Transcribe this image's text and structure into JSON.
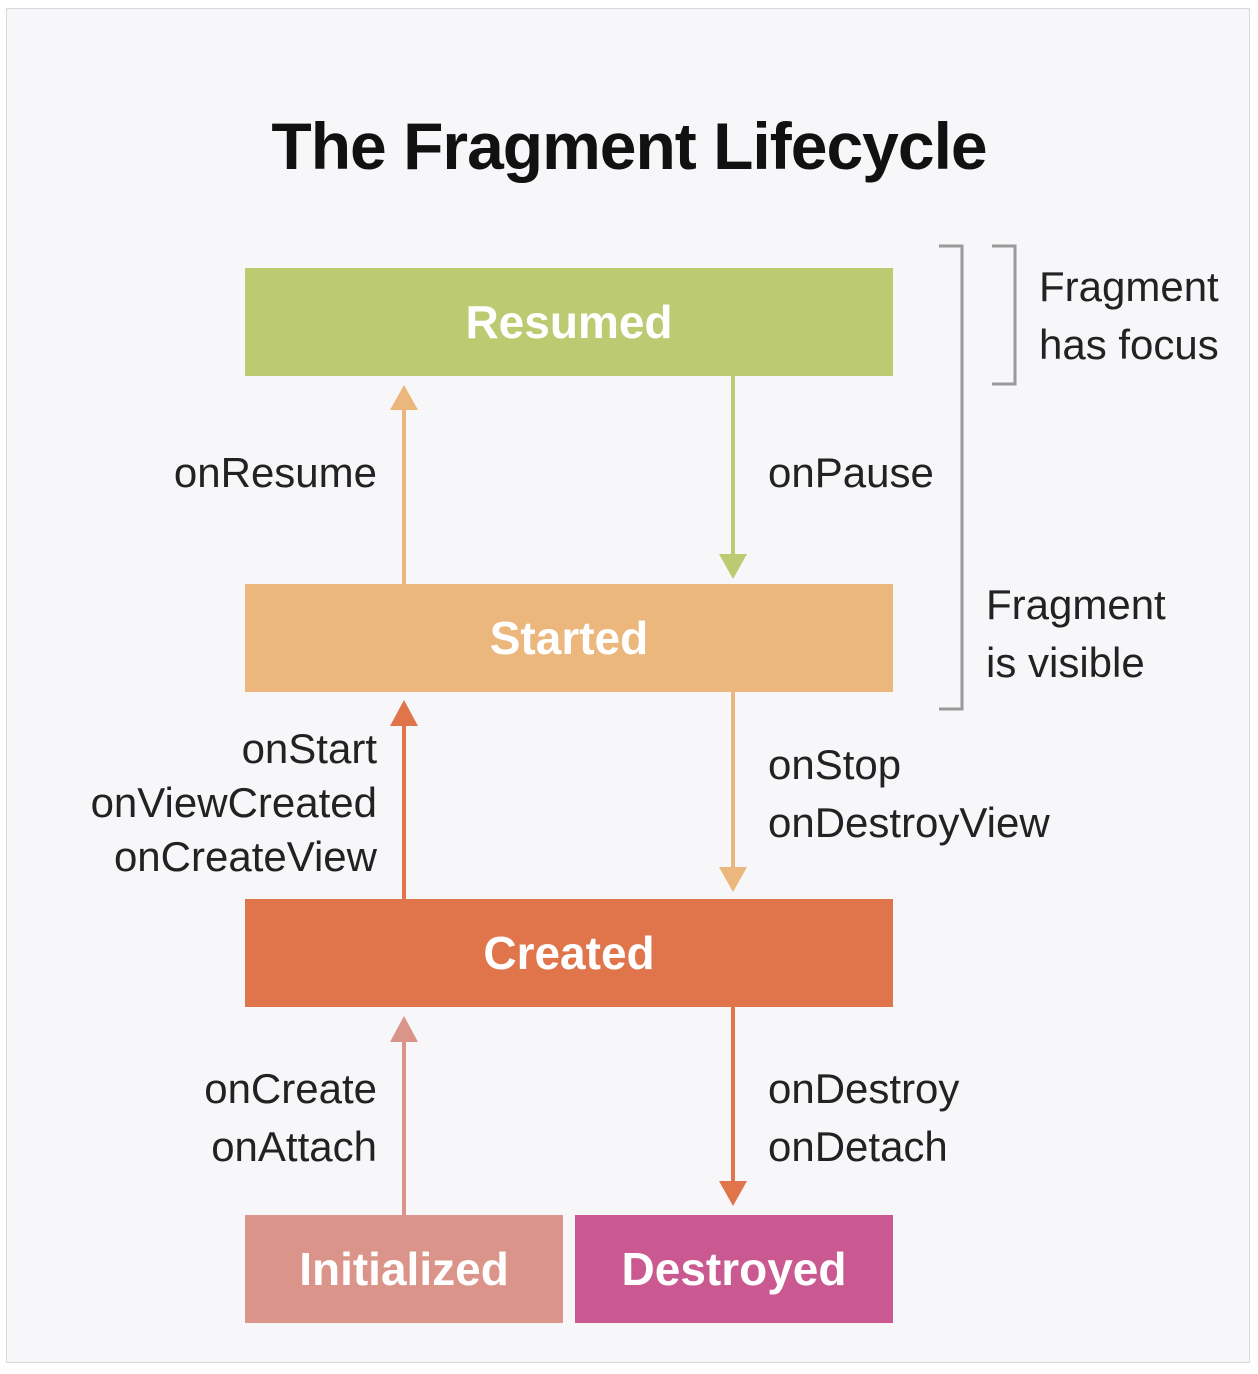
{
  "title": "The Fragment Lifecycle",
  "states": {
    "resumed": "Resumed",
    "started": "Started",
    "created": "Created",
    "initialized": "Initialized",
    "destroyed": "Destroyed"
  },
  "transitions": {
    "on_resume": "onResume",
    "on_pause": "onPause",
    "started_up": [
      "onStart",
      "onViewCreated",
      "onCreateView"
    ],
    "started_down": [
      "onStop",
      "onDestroyView"
    ],
    "created_up": [
      "onCreate",
      "onAttach"
    ],
    "created_down": [
      "onDestroy",
      "onDetach"
    ]
  },
  "annotations": {
    "focus": [
      "Fragment",
      "has focus"
    ],
    "visible": [
      "Fragment",
      "is visible"
    ]
  },
  "colors": {
    "resumed": "#bccb72",
    "started": "#ebb77c",
    "created": "#e0744a",
    "initialized": "#da948a",
    "destroyed": "#c95990",
    "bracket": "#9a9a9a"
  }
}
